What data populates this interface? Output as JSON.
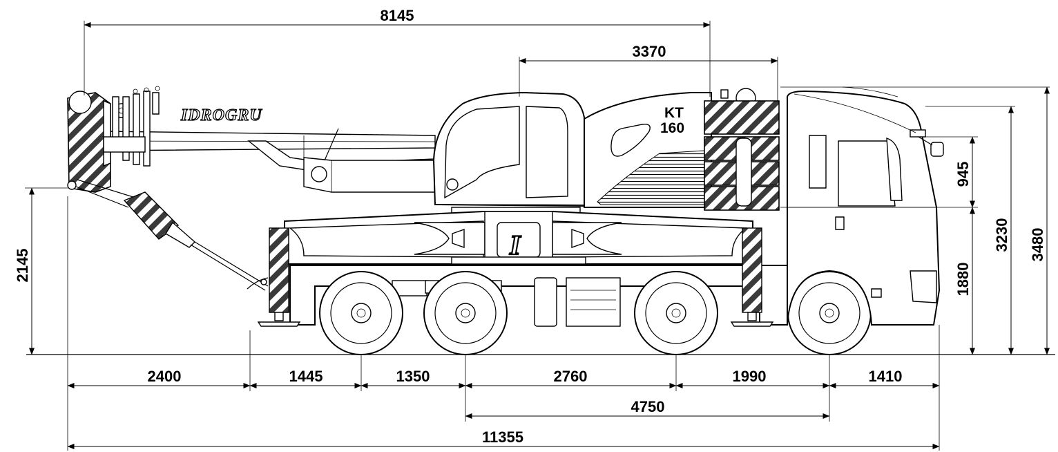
{
  "brand": "IDROGRU",
  "model": {
    "line1": "KT",
    "line2": "160"
  },
  "logo_letter": "I",
  "dimensions": {
    "overall_boom_length": "8145",
    "counterweight_reach": "3370",
    "boom_support_height": "2145",
    "overall_height": "3480",
    "cab_height": "3230",
    "mirror_height": "945",
    "chassis_height": "1880",
    "rear_overhang": "2400",
    "rear_outrigger_to_axle": "1445",
    "rear_axle_spacing": "1350",
    "mid_span": "2760",
    "front_axle_to_outrigger": "1990",
    "front_overhang": "1410",
    "wheelbase": "4750",
    "overall_length": "11355"
  }
}
